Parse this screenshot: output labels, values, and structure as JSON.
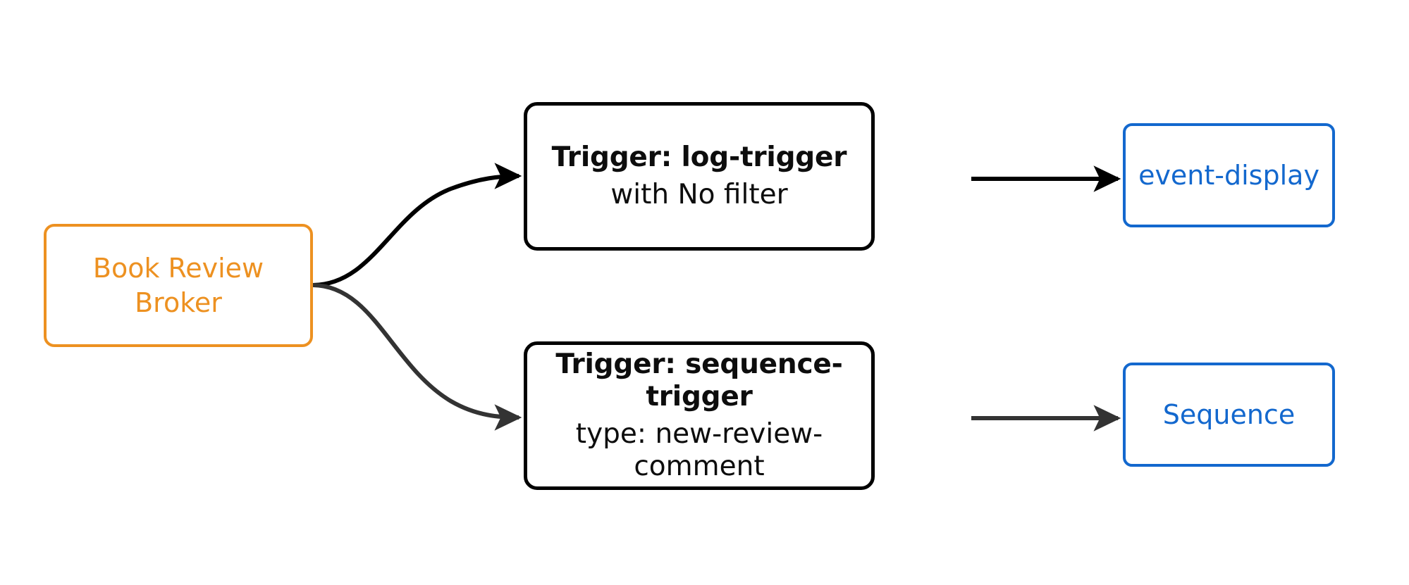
{
  "diagram": {
    "title": "Book Review Broker trigger routing",
    "background": "#ffffff",
    "colors": {
      "broker_stroke": "#ED9121",
      "broker_text": "#ED9121",
      "trigger_stroke": "#000000",
      "trigger_text": "#0d0d0d",
      "sink_stroke": "#1368CE",
      "sink_text": "#1368CE",
      "edge_primary": "#000000",
      "edge_secondary": "#333333"
    }
  },
  "nodes": {
    "broker": {
      "line1": "Book Review",
      "line2": "Broker"
    },
    "trigger_log": {
      "title": "Trigger: log-trigger",
      "subtitle": "with No filter"
    },
    "trigger_sequence": {
      "title": "Trigger: sequence-trigger",
      "subtitle": "type: new-review-comment"
    },
    "sink_event_display": {
      "label": "event-display"
    },
    "sink_sequence": {
      "label": "Sequence"
    }
  },
  "edges": [
    {
      "id": "broker-to-log-trigger",
      "from": "broker",
      "to": "trigger_log",
      "label": "",
      "style": "curved",
      "color": "#000000"
    },
    {
      "id": "broker-to-sequence-trigger",
      "from": "broker",
      "to": "trigger_sequence",
      "label": "",
      "style": "curved",
      "color": "#333333"
    },
    {
      "id": "log-trigger-to-event-display",
      "from": "trigger_log",
      "to": "sink_event_display",
      "label": "",
      "style": "straight",
      "color": "#000000"
    },
    {
      "id": "sequence-trigger-to-sequence",
      "from": "trigger_sequence",
      "to": "sink_sequence",
      "label": "",
      "style": "straight",
      "color": "#333333"
    }
  ]
}
